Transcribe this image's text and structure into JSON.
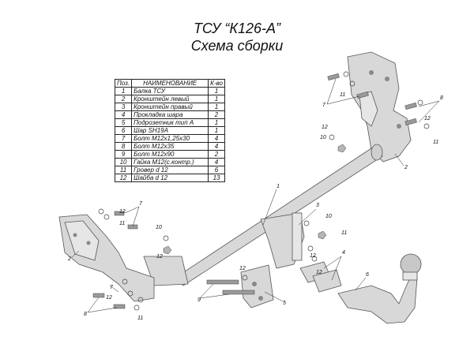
{
  "title": {
    "line1": "ТСУ “К126-А”",
    "line2": "Схема сборки"
  },
  "table": {
    "headers": [
      "Поз.",
      "НАИМЕНОВАНИЕ",
      "К-во"
    ],
    "rows": [
      [
        "1",
        "Балка ТСУ",
        "1"
      ],
      [
        "2",
        "Кронштейн левый",
        "1"
      ],
      [
        "3",
        "Кронштейн правый",
        "1"
      ],
      [
        "4",
        "Прокладка шара",
        "2"
      ],
      [
        "5",
        "Подрозетник тип А",
        "1"
      ],
      [
        "6",
        "Шар SH19A",
        "1"
      ],
      [
        "7",
        "Болт М12х1,25х30",
        "4"
      ],
      [
        "8",
        "Болт М12х35",
        "4"
      ],
      [
        "9",
        "Болт М12х90",
        "2"
      ],
      [
        "10",
        "Гайка М12(с.контр.)",
        "4"
      ],
      [
        "11",
        "Гровер d 12",
        "6"
      ],
      [
        "12",
        "Шайба d 12",
        "13"
      ]
    ]
  },
  "callouts": {
    "p1": "1",
    "p2_right": "2",
    "p2_left": "2",
    "p3": "3",
    "p4": "4",
    "p5": "5",
    "p6": "6",
    "p7_right": "7",
    "p7_left": "7",
    "p7_lower": "7",
    "p8_right": "8",
    "p8_left": "8",
    "p9": "9",
    "p10_right": "10",
    "p10_left": "10",
    "p10_mid": "10",
    "p11_right_a": "11",
    "p11_right_b": "11",
    "p11_left_a": "11",
    "p11_left_b": "11",
    "p11_right_c": "11",
    "p12_right_a": "12",
    "p12_right_b": "12",
    "p12_left_a": "12",
    "p12_left_b": "12",
    "p12_mid_a": "12",
    "p12_mid_b": "12",
    "p12_mid_c": "12",
    "p12_left_c": "12"
  }
}
